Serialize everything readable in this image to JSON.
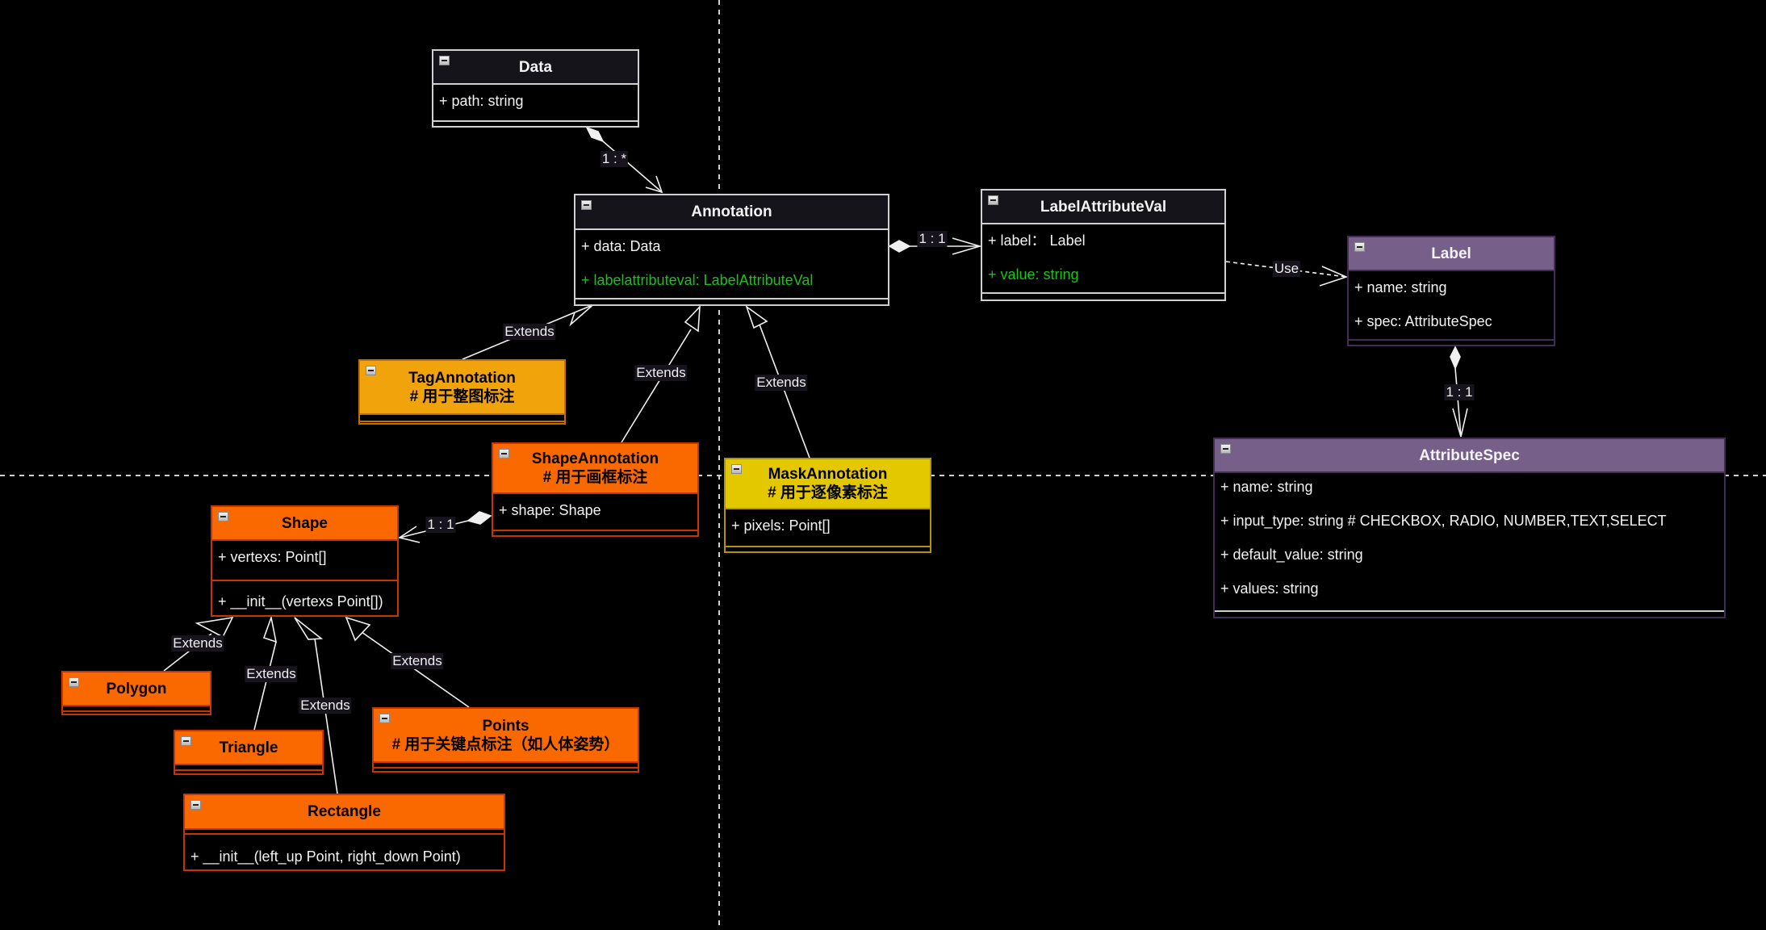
{
  "colors": {
    "background": "#000000",
    "dark_header": "#15141b",
    "purple_header": "#76608a",
    "amber_header": "#f0a30a",
    "orange_header": "#fa6800",
    "yellow_header": "#e3c800",
    "highlight_attr": "#17c417"
  },
  "classes": {
    "data": {
      "name": "Data",
      "attrs": [
        "+ path: string"
      ]
    },
    "annotation": {
      "name": "Annotation",
      "attrs": [
        "+ data: Data",
        "+ labelattributeval: LabelAttributeVal"
      ]
    },
    "labelattributeval": {
      "name": "LabelAttributeVal",
      "attrs": [
        "+ label：  Label",
        "+ value: string"
      ]
    },
    "label": {
      "name": "Label",
      "attrs": [
        "+ name: string",
        "+ spec: AttributeSpec"
      ]
    },
    "attributespec": {
      "name": "AttributeSpec",
      "attrs": [
        "+ name: string",
        "+ input_type: string  # CHECKBOX, RADIO, NUMBER,TEXT,SELECT",
        "+ default_value: string",
        "+ values: string"
      ]
    },
    "tagannotation": {
      "name": "TagAnnotation",
      "note": "# 用于整图标注"
    },
    "shapeannotation": {
      "name": "ShapeAnnotation",
      "note": "# 用于画框标注",
      "attrs": [
        "+ shape: Shape"
      ]
    },
    "maskannotation": {
      "name": "MaskAnnotation",
      "note": "# 用于逐像素标注",
      "attrs": [
        "+ pixels: Point[]"
      ]
    },
    "shape": {
      "name": "Shape",
      "attrs": [
        "+ vertexs: Point[]"
      ],
      "methods": [
        "+ __init__(vertexs Point[])"
      ]
    },
    "polygon": {
      "name": "Polygon"
    },
    "triangle": {
      "name": "Triangle"
    },
    "rectangle": {
      "name": "Rectangle",
      "methods": [
        "+ __init__(left_up Point, right_down Point)"
      ]
    },
    "points": {
      "name": "Points",
      "note": "# 用于关键点标注（如人体姿势）"
    }
  },
  "edges": {
    "data_annotation": "1 :  *",
    "annotation_labelattributeval": "1 :  1",
    "labelattributeval_label": "Use",
    "label_attributespec": "1 :  1",
    "shapeannotation_shape": "1 :  1",
    "extends": "Extends"
  }
}
